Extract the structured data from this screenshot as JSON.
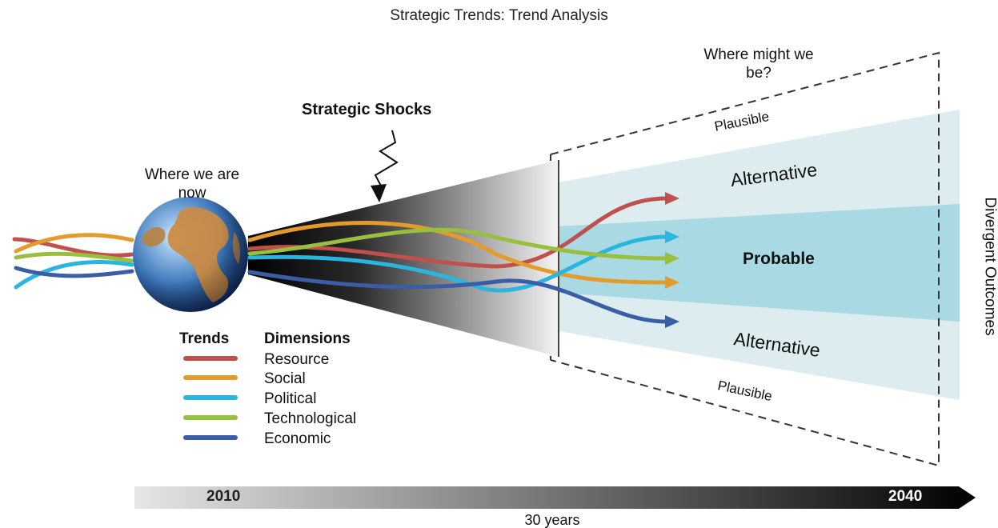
{
  "title": "Strategic Trends: Trend Analysis",
  "present_label": "Where we are now",
  "future_label": "Where might we be?",
  "shocks_label": "Strategic Shocks",
  "outcomes": {
    "plausible_top": "Plausible",
    "alternative_top": "Alternative",
    "probable": "Probable",
    "alternative_bottom": "Alternative",
    "plausible_bottom": "Plausible",
    "axis_label": "Divergent Outcomes"
  },
  "legend": {
    "trends_header": "Trends",
    "dimensions_header": "Dimensions",
    "items": [
      {
        "label": "Resource",
        "color": "#c0504d"
      },
      {
        "label": "Social",
        "color": "#e39b2c"
      },
      {
        "label": "Political",
        "color": "#2ab5de"
      },
      {
        "label": "Technological",
        "color": "#99bf3e"
      },
      {
        "label": "Economic",
        "color": "#3a5ea6"
      }
    ]
  },
  "timeline": {
    "start": "2010",
    "end": "2040",
    "span": "30 years"
  },
  "colors": {
    "band_outer": "#dcecef",
    "band_inner": "#a9d9e3"
  }
}
